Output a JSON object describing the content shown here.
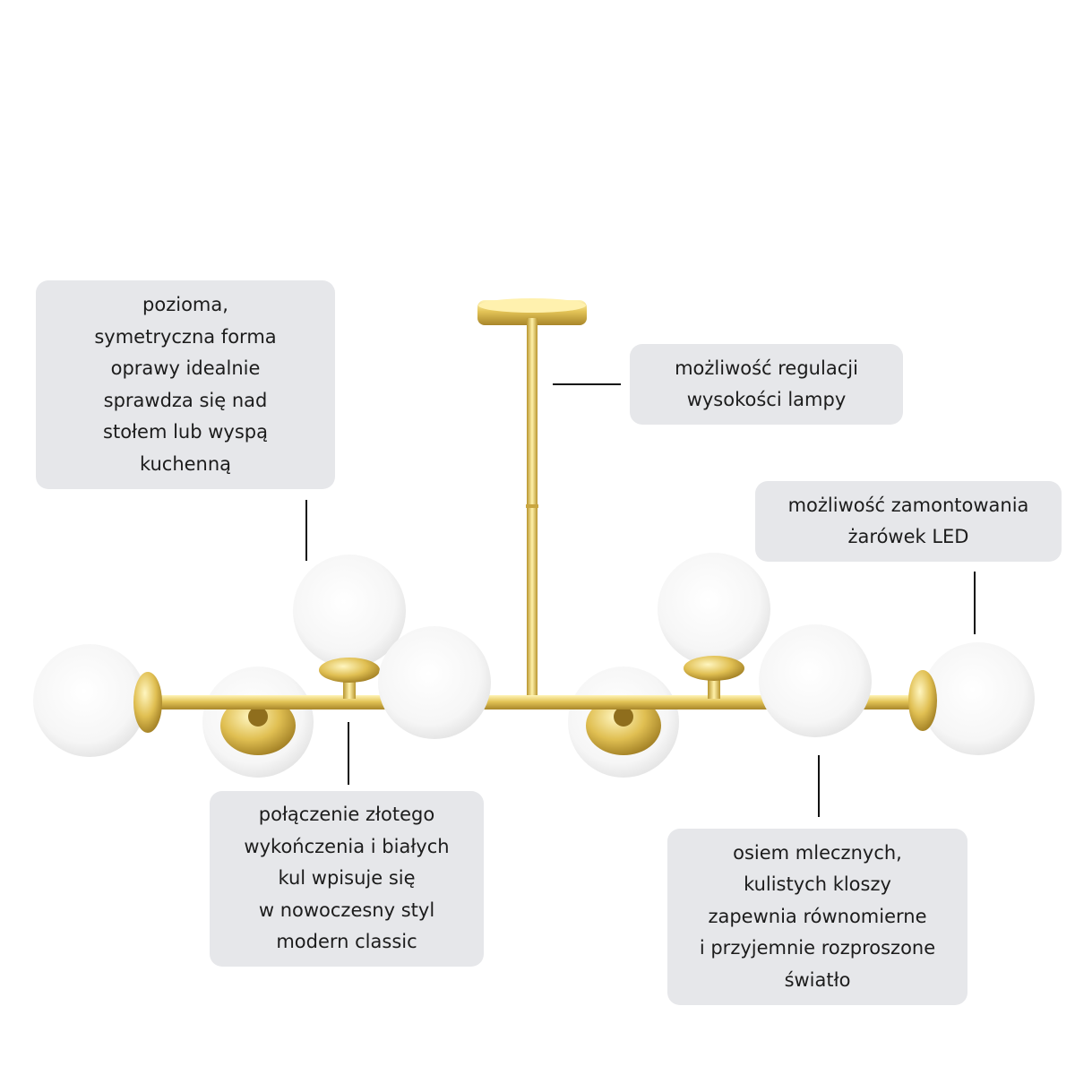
{
  "product_image": "gold horizontal ceiling lamp with eight white opal glass globes",
  "callouts": {
    "form": {
      "lines": [
        "pozioma,",
        "symetryczna forma",
        "oprawy idealnie",
        "sprawdza się nad",
        "stołem lub wyspą",
        "kuchenną"
      ]
    },
    "height": {
      "lines": [
        "możliwość regulacji",
        "wysokości lampy"
      ]
    },
    "led": {
      "lines": [
        "możliwość zamontowania",
        "żarówek LED"
      ]
    },
    "style": {
      "lines": [
        "połączenie złotego",
        "wykończenia i białych",
        "kul wpisuje się",
        "w nowoczesny styl",
        "modern classic"
      ]
    },
    "globes": {
      "lines": [
        "osiem mlecznych,",
        "kulistych kloszy",
        "zapewnia równomierne",
        "i przyjemnie rozproszone",
        "światło"
      ]
    }
  },
  "colors": {
    "gold": "#e2c55a",
    "globe": "#f7f7f7",
    "callout_background": "#e6e7ea",
    "text": "#1c1c1c",
    "leader_line": "#111111"
  }
}
